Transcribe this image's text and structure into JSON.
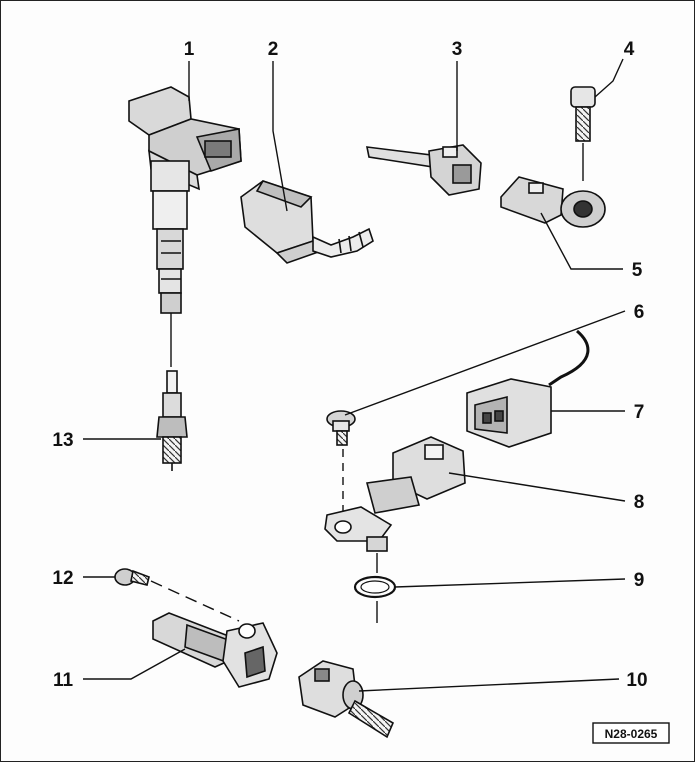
{
  "callouts": {
    "c1": "1",
    "c2": "2",
    "c3": "3",
    "c4": "4",
    "c5": "5",
    "c6": "6",
    "c7": "7",
    "c8": "8",
    "c9": "9",
    "c10": "10",
    "c11": "11",
    "c12": "12",
    "c13": "13"
  },
  "reference_code": "N28-0265"
}
